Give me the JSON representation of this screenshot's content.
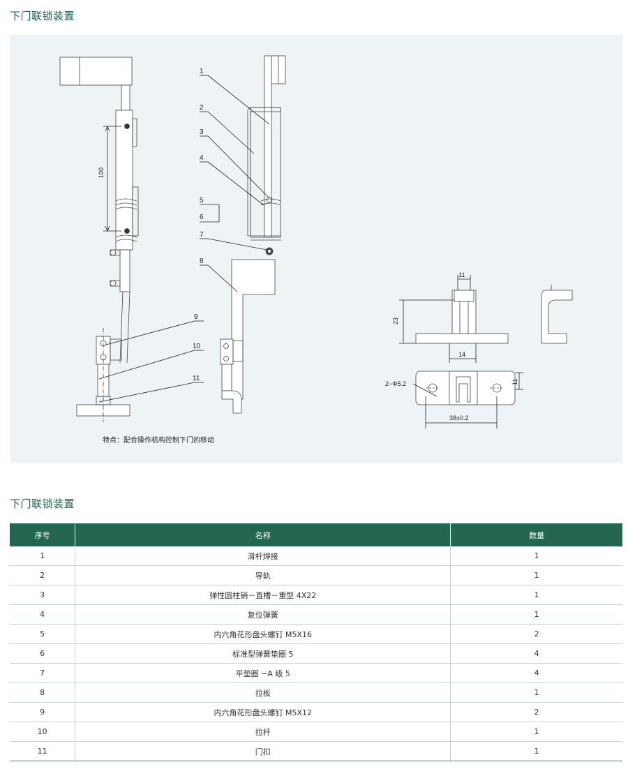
{
  "section_title_top": "下门联锁装置",
  "caption": "特点：配合操作机构控制下门的移动",
  "callouts": [
    "1",
    "2",
    "3",
    "4",
    "5",
    "6",
    "7",
    "8",
    "9",
    "10",
    "11"
  ],
  "dimensions": {
    "height_100": "100",
    "top_11": "11",
    "height_23": "23",
    "width_14": "14",
    "holes": "2−Φ5.2",
    "side_11": "11",
    "span": "38±0.2"
  },
  "section_title_bottom": "下门联锁装置",
  "table": {
    "headers": [
      "序号",
      "名称",
      "数量"
    ],
    "rows": [
      {
        "no": "1",
        "name": "滑杆焊接",
        "qty": "1"
      },
      {
        "no": "2",
        "name": "导轨",
        "qty": "1"
      },
      {
        "no": "3",
        "name": "弹性圆柱销－直槽－重型 4X22",
        "qty": "1"
      },
      {
        "no": "4",
        "name": "复位弹簧",
        "qty": "1"
      },
      {
        "no": "5",
        "name": "内六角花形盘头螺钉 M5X16",
        "qty": "2"
      },
      {
        "no": "6",
        "name": "标准型弹簧垫圈 5",
        "qty": "4"
      },
      {
        "no": "7",
        "name": "平垫圈 −A 级 5",
        "qty": "4"
      },
      {
        "no": "8",
        "name": "拉板",
        "qty": "1"
      },
      {
        "no": "9",
        "name": "内六角花形盘头螺钉 M5X12",
        "qty": "2"
      },
      {
        "no": "10",
        "name": "拉杆",
        "qty": "1"
      },
      {
        "no": "11",
        "name": "门扣",
        "qty": "1"
      }
    ]
  }
}
